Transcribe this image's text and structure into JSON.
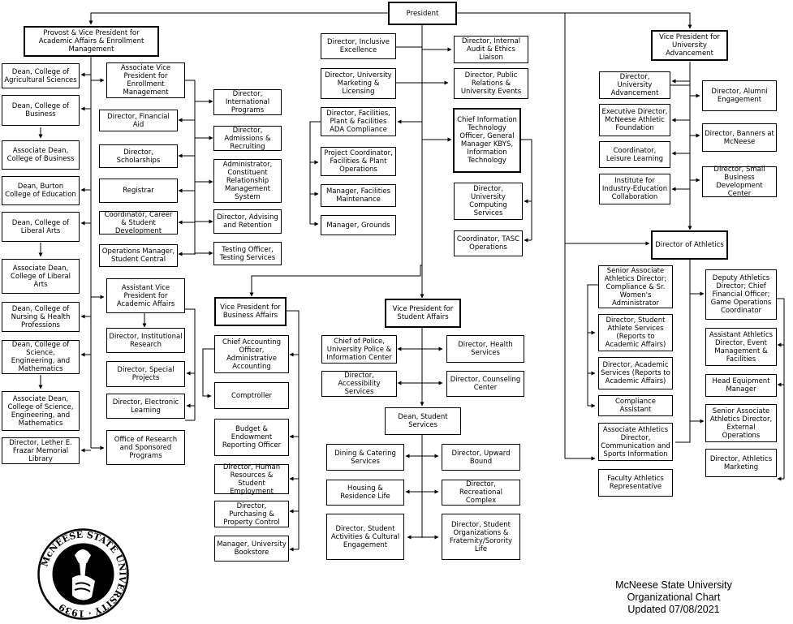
{
  "nodes": {
    "president": "President",
    "provost": "Provost & Vice President for Academic Affairs & Enrollment Management",
    "vp_advancement": "Vice President for University Advancement",
    "dir_athletics": "Director of Athletics",
    "vp_business": "Vice President for Business Affairs",
    "vp_student": "Vice President for Student Affairs",
    "dean_ag": "Dean, College of Agricultural Sciences",
    "dean_bus": "Dean, College of Business",
    "assoc_dean_bus": "Associate Dean, College of Business",
    "dean_edu": "Dean, Burton College of Education",
    "dean_la": "Dean, College of Liberal Arts",
    "assoc_dean_la": "Associate Dean, College of Liberal Arts",
    "dean_nursing": "Dean, College of Nursing & Health Professions",
    "dean_sci": "Dean, College of Science, Engineering, and Mathematics",
    "assoc_dean_sci": "Associate Dean, College of Science, Engineering, and Mathematics",
    "dir_library": "Director, Lether E. Frazar Memorial Library",
    "avp_enroll": "Associate Vice President for Enrollment Management",
    "dir_finaid": "Director, Financial Aid",
    "dir_scholar": "Director, Scholarships",
    "registrar": "Registrar",
    "coord_career": "Coordinator, Career & Student Development",
    "ops_mgr": "Operations Manager, Student Central",
    "dir_intl": "Director, International Programs",
    "dir_admissions": "Director, Admissions & Recruiting",
    "admin_crm": "Administrator, Constituent Relationship Management System",
    "dir_advising": "Director, Advising and Retention",
    "testing": "Testing Officer, Testing Services",
    "avp_academic": "Assistant Vice President for Academic Affairs",
    "dir_research": "Director, Institutional Research",
    "dir_special": "Director, Special Projects",
    "dir_elearn": "Director, Electronic Learning",
    "office_research": "Office of Research and Sponsored Programs",
    "dir_inclusive": "Director, Inclusive Excellence",
    "dir_audit": "Director, Internal Audit & Ethics Liaison",
    "dir_marketing": "Director, University Marketing & Licensing",
    "dir_pr": "Director, Public Relations & University Events",
    "dir_facilities": "Director, Facilities, Plant & Facilities ADA Compliance",
    "proj_coord": "Project Coordinator, Facilities & Plant Operations",
    "mgr_maint": "Manager, Facilities Maintenance",
    "mgr_grounds": "Manager, Grounds",
    "cio": "Chief Information Technology Officer, General Manager KBYS, Information Technology",
    "dir_computing": "Director, University Computing Services",
    "coord_tasc": "Coordinator, TASC Operations",
    "dir_univ_adv": "Director, University Advancement",
    "exec_foundation": "Executive Director, McNeese Athletic Foundation",
    "coord_leisure": "Coordinator, Leisure Learning",
    "institute": "Institute for Industry-Education Collaboration",
    "dir_alumni": "Director, Alumni Engagement",
    "dir_banners": "Director, Banners at McNeese",
    "dir_sbdc": "Director, Small Business Development Center",
    "sr_assoc_ad": "Senior Associate Athletics Director; Compliance & Sr. Women's Administrator",
    "dir_student_athlete": "Director, Student Athlete Services (Reports to Academic Affairs)",
    "dir_academic_services": "Director, Academic Services (Reports to Academic Affairs)",
    "compliance_asst": "Compliance Assistant",
    "assoc_ad_comm": "Associate Athletics Director, Communication and Sports Information",
    "faculty_rep": "Faculty Athletics Representative",
    "deputy_ad": "Deputy Athletics Director; Chief Financial Officer; Game Operations Coordinator",
    "asst_ad_event": "Assistant Athletics Director, Event Management & Facilities",
    "head_equip": "Head Equipment Manager",
    "sr_assoc_ad_ext": "Senior Associate Athletics Director, External Operations",
    "dir_ath_marketing": "Director, Athletics Marketing",
    "chief_acct": "Chief Accounting Officer, Administrative Accounting",
    "comptroller": "Comptroller",
    "budget": "Budget & Endowment Reporting Officer",
    "dir_hr": "Director, Human Resources & Student Employment",
    "dir_purchasing": "Director, Purchasing & Property Control",
    "mgr_bookstore": "Manager, University Bookstore",
    "chief_police": "Chief of Police, University Police & Information Center",
    "dir_health": "Director, Health Services",
    "dir_access": "Director, Accessibility Services",
    "dir_counsel": "Director, Counseling Center",
    "dean_student": "Dean, Student Services",
    "dining": "Dining & Catering Services",
    "upward": "Director, Upward Bound",
    "housing": "Housing & Residence Life",
    "rec_complex": "Director, Recreational Complex",
    "activities": "Director, Student Activities & Cultural Engagement",
    "greek": "Director, Student Organizations & Fraternity/Sorority Life"
  },
  "footer": {
    "line1": "McNeese State University",
    "line2": "Organizational Chart",
    "line3": "Updated 07/08/2021"
  },
  "seal": {
    "text": "McNEESE STATE UNIVERSITY · 1939"
  }
}
